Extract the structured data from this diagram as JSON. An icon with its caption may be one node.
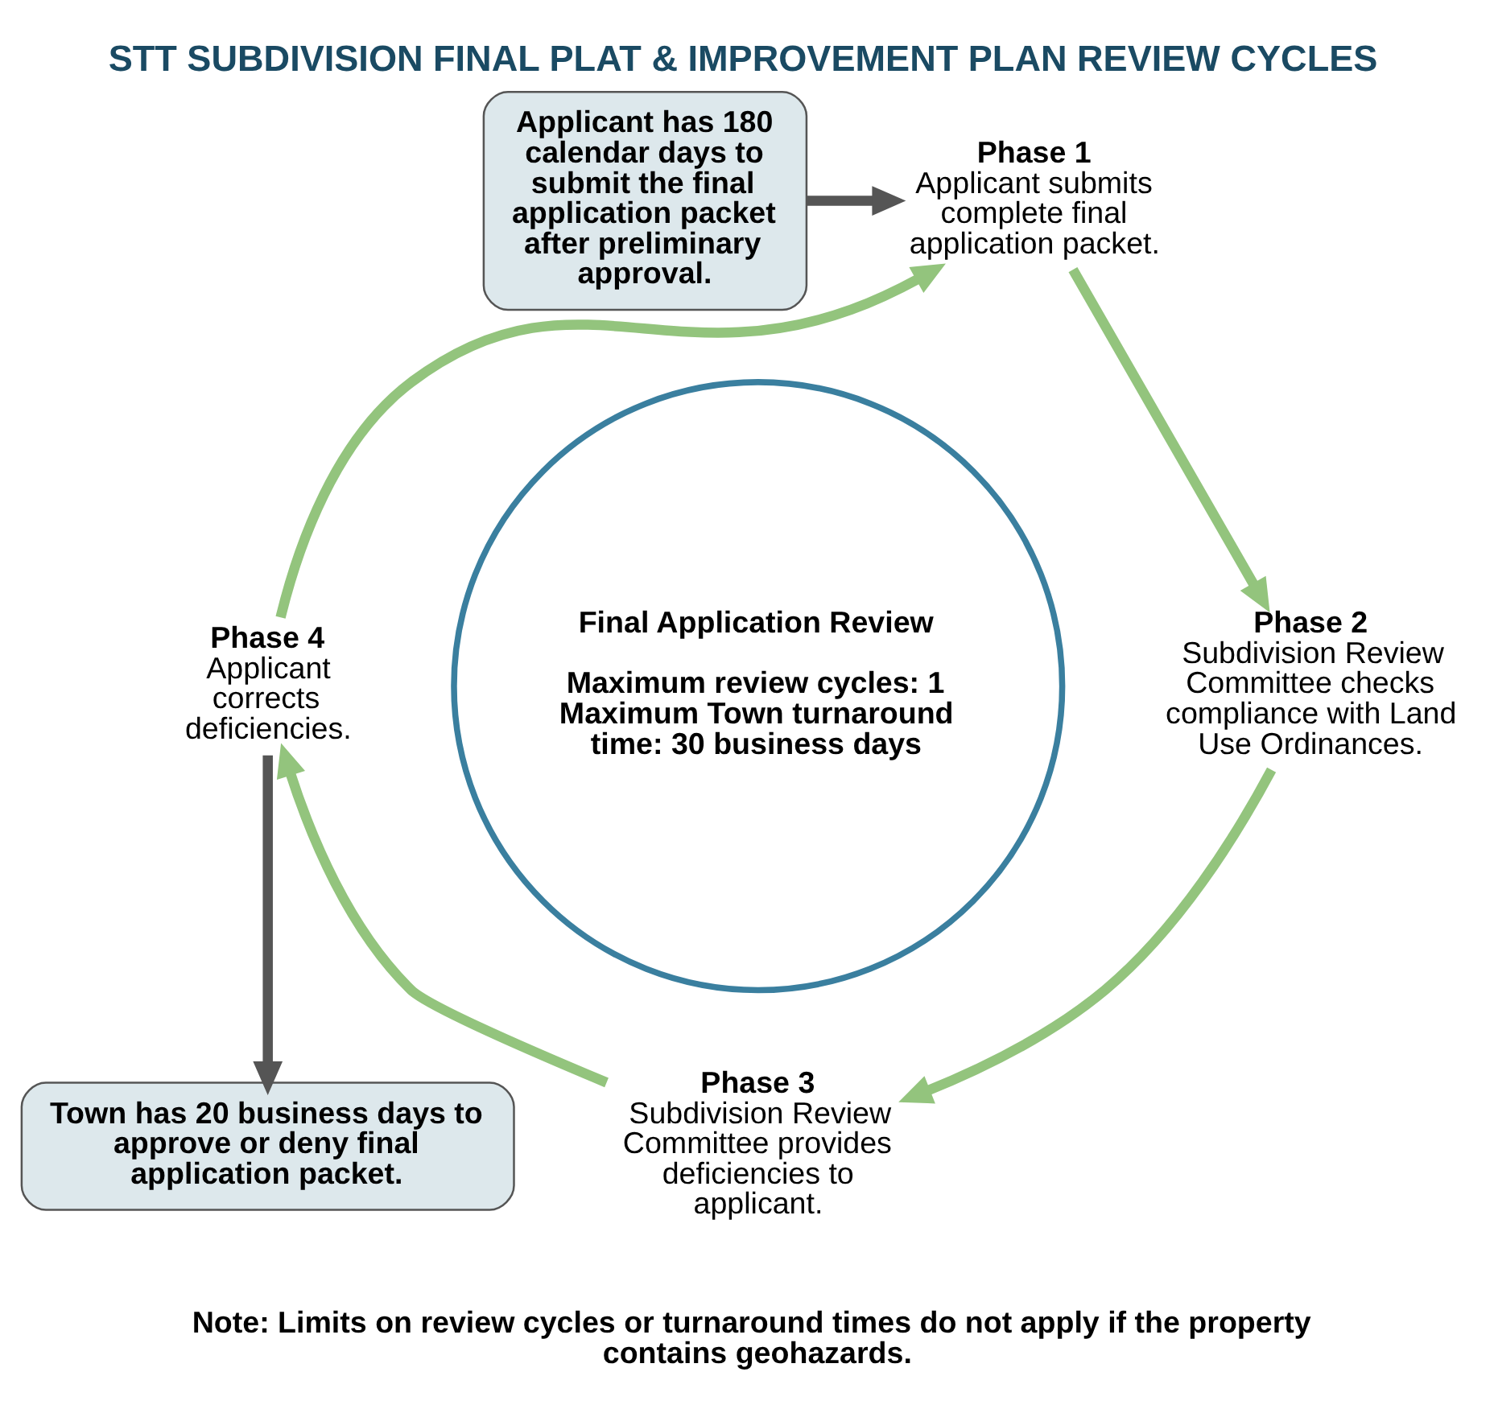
{
  "diagram": {
    "title": "STT SUBDIVISION FINAL PLAT & IMPROVEMENT PLAN REVIEW CYCLES",
    "nodes": [
      {
        "text": [
          "Applicant has 180 calendar days to submit the final application packet after preliminary approval."
        ]
      },
      {
        "text": [
          "Phase 1",
          "Applicant submits complete final application packet."
        ]
      },
      {
        "text": [
          "Final Application Review",
          "Maximum review cycles: 1 Maximum Town turnaround time: 30 business days"
        ]
      },
      {
        "text": [
          "Phase 2",
          "Subdivision Review Committee checks compliance with Land Use Ordinances."
        ]
      },
      {
        "text": [
          "Phase 3",
          "Subdivision Review Committee provides deficiencies to applicant."
        ]
      },
      {
        "text": [
          "Phase 4",
          "Applicant corrects deficiencies."
        ]
      },
      {
        "text": [
          "Town has 20 business days to approve or deny final application packet."
        ]
      }
    ],
    "edges": [
      {
        "from": 0,
        "to": 1,
        "arrow": "to",
        "color": "#555555"
      },
      {
        "from": 1,
        "to": 3,
        "arrow": "to"
      },
      {
        "from": 3,
        "to": 4,
        "arrow": "to"
      },
      {
        "from": 4,
        "to": 5,
        "arrow": "to"
      },
      {
        "from": 5,
        "to": 1,
        "arrow": "to"
      },
      {
        "from": 5,
        "to": 6,
        "arrow": "to",
        "color": "#555555"
      }
    ],
    "labels": [
      "Note: Limits on review cycles or turnaround times do not apply if the property contains geohazards."
    ]
  }
}
